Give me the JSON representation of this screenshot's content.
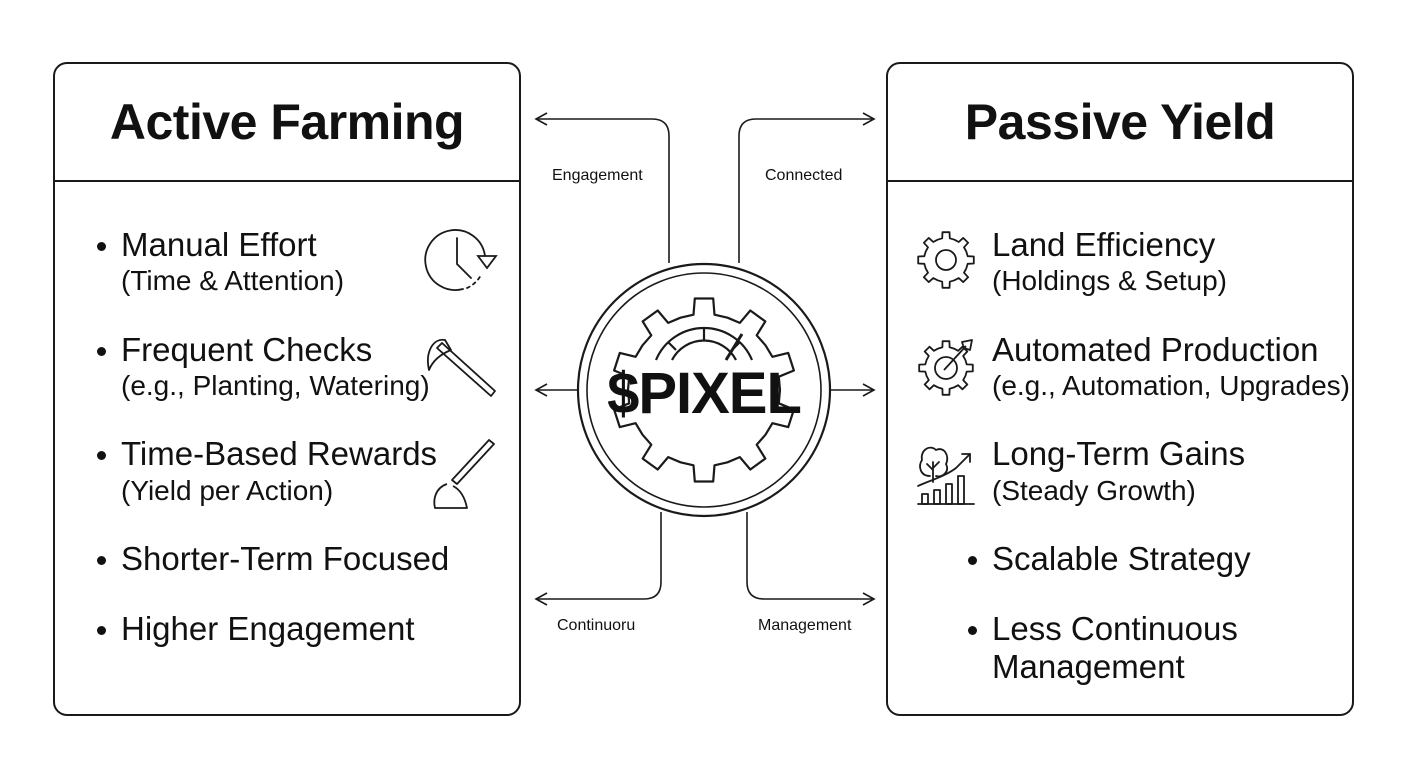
{
  "left_panel": {
    "title": "Active Farming",
    "items": [
      {
        "title": "Manual Effort",
        "subtitle": "(Time & Attention)",
        "icon": "clock-icon"
      },
      {
        "title": "Frequent Checks",
        "subtitle": "(e.g., Planting, Watering)",
        "icon": "axe-icon"
      },
      {
        "title": "Time-Based Rewards",
        "subtitle": "(Yield per Action)",
        "icon": "hoe-icon"
      },
      {
        "title": "Shorter-Term Focused",
        "subtitle": ""
      },
      {
        "title": "Higher Engagement",
        "subtitle": ""
      }
    ]
  },
  "right_panel": {
    "title": "Passive Yield",
    "items": [
      {
        "title": "Land Efficiency",
        "subtitle": "(Holdings & Setup)",
        "icon": "gear-icon"
      },
      {
        "title": "Automated Production",
        "subtitle": "(e.g., Automation, Upgrades)",
        "icon": "gear-wrench-icon"
      },
      {
        "title": "Long-Term Gains",
        "subtitle": "(Steady Growth)",
        "icon": "tree-growth-chart-icon"
      },
      {
        "title": "Scalable Strategy",
        "subtitle": ""
      },
      {
        "title": "Less Continuous",
        "title2": "Management",
        "subtitle": ""
      }
    ]
  },
  "center": {
    "label": "$PIXEL",
    "icon": "gear-gauge-icon"
  },
  "connectors": {
    "top_left": "Engagement",
    "top_right": "Connected",
    "bottom_left": "Continuoru",
    "bottom_right": "Management"
  }
}
